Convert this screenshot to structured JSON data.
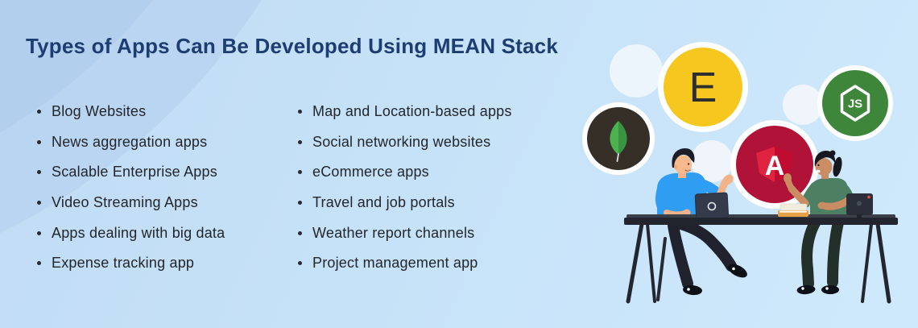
{
  "title": "Types of Apps Can Be Developed Using MEAN Stack",
  "lists": {
    "left": [
      "Blog Websites",
      "News aggregation apps",
      "Scalable Enterprise Apps",
      "Video Streaming Apps",
      "Apps dealing with big data",
      "Expense tracking app"
    ],
    "right": [
      "Map and Location-based apps",
      "Social networking websites",
      "eCommerce apps",
      "Travel and job portals",
      "Weather report channels",
      "Project management app"
    ]
  },
  "illustration": {
    "description": "Two developers at a desk with MEAN stack logo badges",
    "logos": {
      "mongodb": {
        "name": "MongoDB",
        "circle_color": "#352f27",
        "leaf_color": "#4cb250"
      },
      "express": {
        "name": "Express",
        "letter": "E",
        "circle_color": "#f6c71f"
      },
      "angular": {
        "name": "Angular",
        "letter": "A",
        "circle_color": "#b11237"
      },
      "nodejs": {
        "name": "Node.js",
        "letter": "JS",
        "circle_color": "#3e8639"
      }
    }
  },
  "colors": {
    "background_top_left": "#adc9e9",
    "background_bottom_right": "#cfe9fc",
    "title": "#1e3d72",
    "list_text": "#23262b"
  }
}
